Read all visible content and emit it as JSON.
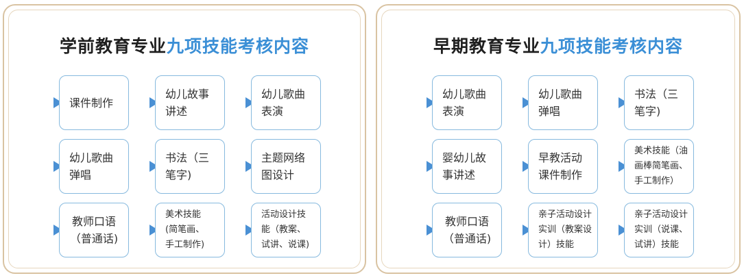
{
  "left": {
    "title_black": "学前教育专业",
    "title_blue": "九项技能考核内容",
    "items": [
      "课件制作",
      "幼儿故事\n讲述",
      "幼儿歌曲\n表演",
      "幼儿歌曲\n弹唱",
      "书法（三\n笔字)",
      "主题网络\n图设计",
      "教师口语\n（普通话)",
      "美术技能\n(简笔画、\n手工制作)",
      "活动设计技\n能（教案、\n试讲、说课)"
    ]
  },
  "right": {
    "title_black": "早期教育专业",
    "title_blue": "九项技能考核内容",
    "items": [
      "幼儿歌曲\n表演",
      "幼儿歌曲\n弹唱",
      "书法（三\n笔字)",
      "婴幼儿故\n事讲述",
      "早教活动\n课件制作",
      "美术技能（油\n画棒简笔画、\n手工制作）",
      "教师口语\n（普通话)",
      "亲子活动设计\n实训（教案设\n计）技能",
      "亲子活动设计\n实训（说课、\n试讲）技能"
    ]
  },
  "colors": {
    "accent_blue": "#3b8fd6",
    "box_border": "#86b9de",
    "arrow": "#4a90d4",
    "frame": "#d9c3a2"
  }
}
